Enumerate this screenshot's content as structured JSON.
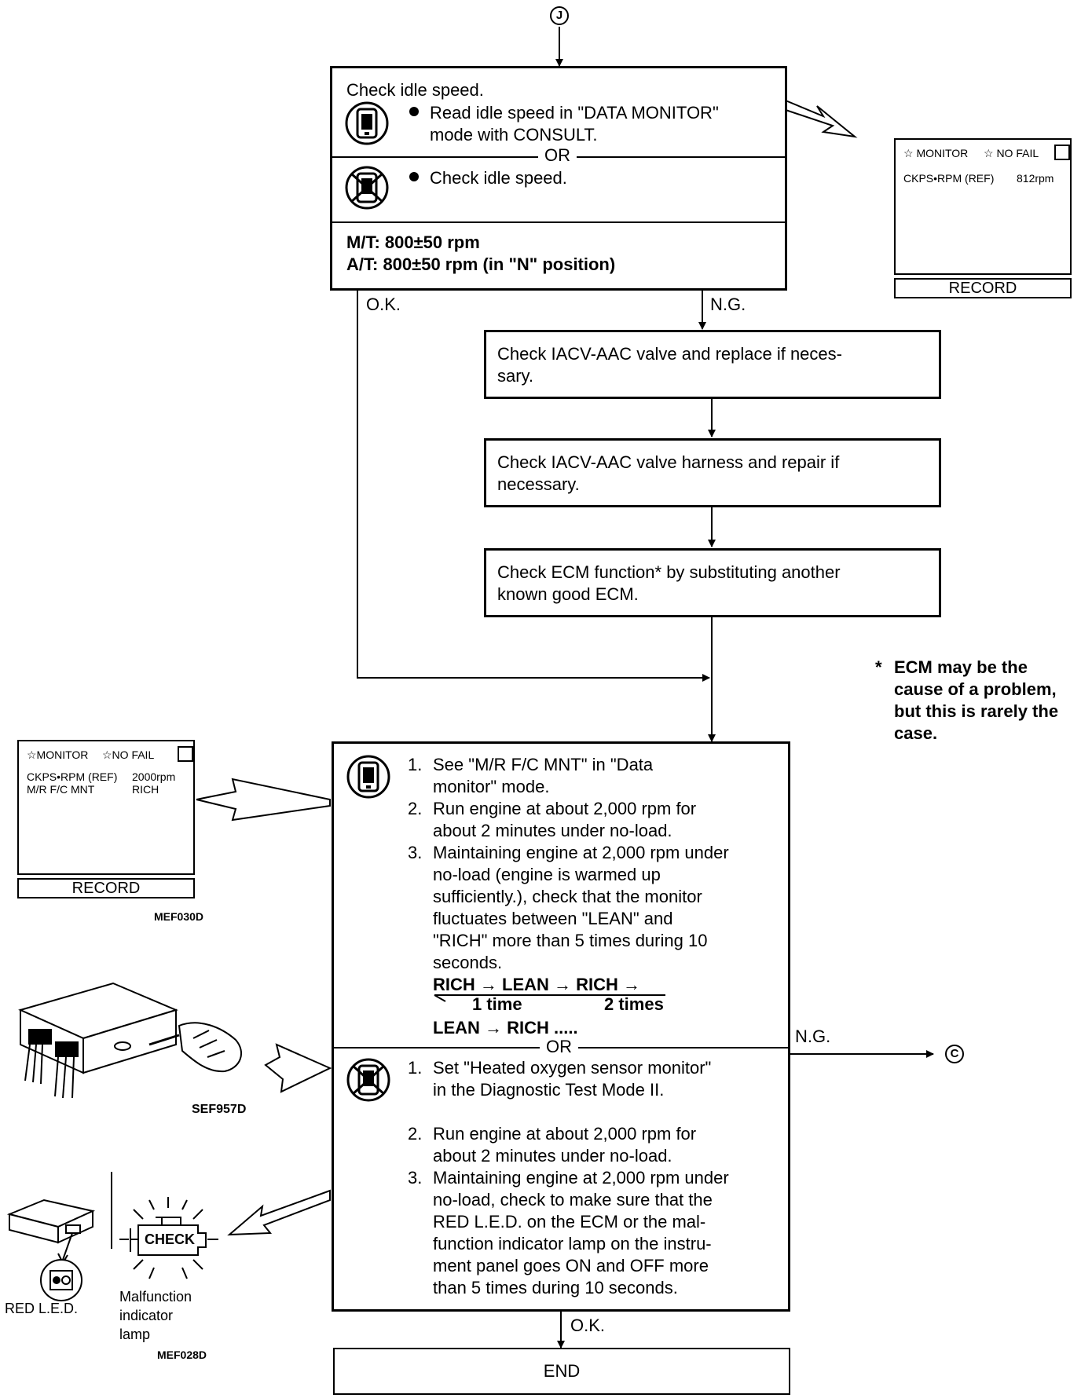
{
  "connector_top": "J",
  "connector_right": "C",
  "box1": {
    "title": "Check idle speed.",
    "consult_line1": "Read idle speed in \"DATA MONITOR\"",
    "consult_line2": "mode with CONSULT.",
    "or": "OR",
    "noconsult_line1": "Check idle speed.",
    "spec_mt": "M/T: 800±50 rpm",
    "spec_at": "A/T: 800±50 rpm (in \"N\" position)"
  },
  "monitor1": {
    "header_monitor": "☆ MONITOR",
    "header_nofail": "☆ NO FAIL",
    "row1_label": "CKPS•RPM (REF)",
    "row1_value": "812rpm",
    "record": "RECORD"
  },
  "labels": {
    "ok1": "O.K.",
    "ng1": "N.G.",
    "ng2": "N.G.",
    "ok2": "O.K."
  },
  "box_iacv1": {
    "line1": "Check IACV-AAC valve and replace if neces-",
    "line2": "sary."
  },
  "box_iacv2": {
    "line1": "Check IACV-AAC valve harness and repair if",
    "line2": "necessary."
  },
  "box_ecm": {
    "line1": "Check ECM function* by substituting another",
    "line2": "known good ECM."
  },
  "footnote": {
    "star": "*",
    "line1": "ECM may be the",
    "line2": "cause of a problem,",
    "line3": "but this is rarely the",
    "line4": "case."
  },
  "box_main": {
    "s1_n": "1.",
    "s1_l1": "See \"M/R F/C MNT\" in \"Data",
    "s1_l2": "monitor\" mode.",
    "s2_n": "2.",
    "s2_l1": "Run engine at about 2,000 rpm for",
    "s2_l2": "about 2 minutes under no-load.",
    "s3_n": "3.",
    "s3_l1": "Maintaining engine at 2,000 rpm under",
    "s3_l2": "no-load (engine is warmed up",
    "s3_l3": "sufficiently.), check that the monitor",
    "s3_l4": "fluctuates between \"LEAN\" and",
    "s3_l5": "\"RICH\" more than 5 times during 10",
    "s3_l6": "seconds.",
    "seq1": "RICH → LEAN → RICH →",
    "seq_1time": "1 time",
    "seq_2times": "2 times",
    "seq2": "LEAN → RICH .....",
    "or": "OR",
    "b1_n": "1.",
    "b1_l1": "Set \"Heated oxygen sensor monitor\"",
    "b1_l2": "in the Diagnostic Test Mode II.",
    "b2_n": "2.",
    "b2_l1": "Run engine at about 2,000 rpm for",
    "b2_l2": "about 2 minutes under no-load.",
    "b3_n": "3.",
    "b3_l1": "Maintaining engine at 2,000 rpm under",
    "b3_l2": "no-load, check to make sure that the",
    "b3_l3": "RED L.E.D. on the ECM or the mal-",
    "b3_l4": "function indicator lamp on the instru-",
    "b3_l5": "ment panel goes ON and OFF more",
    "b3_l6": "than 5 times during 10 seconds."
  },
  "monitor2": {
    "header_monitor": "☆MONITOR",
    "header_nofail": "☆NO FAIL",
    "row1_label": "CKPS•RPM (REF)",
    "row1_value": "2000rpm",
    "row2_label": "M/R F/C MNT",
    "row2_value": "RICH",
    "record": "RECORD",
    "code": "MEF030D"
  },
  "ecm_figure": {
    "code": "SEF957D"
  },
  "led_figure": {
    "led_label": "RED L.E.D.",
    "check_text": "CHECK",
    "mil_l1": "Malfunction",
    "mil_l2": "indicator",
    "mil_l3": "lamp",
    "code": "MEF028D"
  },
  "end_box": {
    "label": "END"
  }
}
